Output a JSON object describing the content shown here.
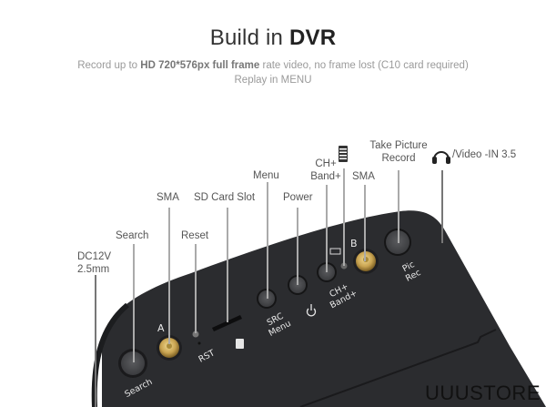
{
  "header": {
    "title_light": "Build in ",
    "title_bold": "DVR",
    "subtitle_pre": "Record up to ",
    "subtitle_bold": "HD 720*576px full frame",
    "subtitle_post": " rate video, no frame lost (C10 card required)",
    "subtitle_line2": "Replay in MENU"
  },
  "callouts": {
    "dc": [
      "DC12V",
      "2.5mm"
    ],
    "search": "Search",
    "sma_a": "SMA",
    "reset": "Reset",
    "sd_card": "SD Card Slot",
    "menu": "Menu",
    "power": "Power",
    "ch_band": [
      "CH+",
      "Band+"
    ],
    "battery_icon": "battery-icon",
    "sma_b": "SMA",
    "pic_rec": [
      "Take Picture",
      "Record"
    ],
    "headphone_icon": "headphone-icon",
    "av_in": "/Video -IN 3.5"
  },
  "panel_labels": {
    "search": "Search",
    "antenna_a": "A",
    "rst": "RST",
    "src_menu": [
      "SRC",
      "Menu"
    ],
    "ch_band": [
      "CH+",
      "Band+"
    ],
    "antenna_b": "B",
    "pic_rec": [
      "Pic",
      "Rec"
    ]
  },
  "colors": {
    "device_body": "#2b2c2f",
    "button": "#4a4b4e",
    "sma_gold": "#c9a451",
    "text_on_device": "#e8e8e8"
  },
  "watermark": "UUUSTORE"
}
